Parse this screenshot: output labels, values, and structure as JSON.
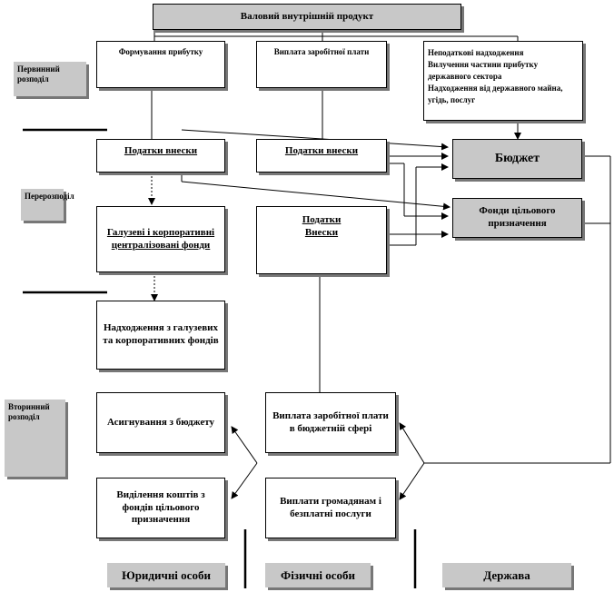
{
  "title": "Валовий внутрішній продукт",
  "levels": {
    "primary": "Первинний розподіл",
    "redistribution": "Перерозподіл",
    "secondary": "Вторинний розподіл"
  },
  "row1": {
    "profit": "Формування прибутку",
    "wages": "Виплата заробітної плати",
    "nontax": "Неподаткові надходження\nВилучення частини прибутку державного сектора\nНадходження від державного майна, угідь, послуг"
  },
  "row2": {
    "taxes_left": "Податки внески",
    "taxes_mid": "Податки внески",
    "budget": "Бюджет"
  },
  "row3": {
    "funds": "Галузеві і корпоративні централізовані фонди",
    "taxes": "Податки\nВнески",
    "target_funds": "Фонди цільового призначення"
  },
  "row4": {
    "receipts": "Надходження з галузевих та корпоративних фондів"
  },
  "row5": {
    "assign": "Асигнування з бюджету",
    "wages_budget": "Виплата заробітної плати в бюджетній сфері"
  },
  "row6": {
    "alloc": "Виділення коштів з фондів цільового призначення",
    "payments": "Виплати громадянам і безплатні послуги"
  },
  "footer": {
    "legal": "Юридичні особи",
    "physical": "Фізичні особи",
    "state": "Держава"
  }
}
